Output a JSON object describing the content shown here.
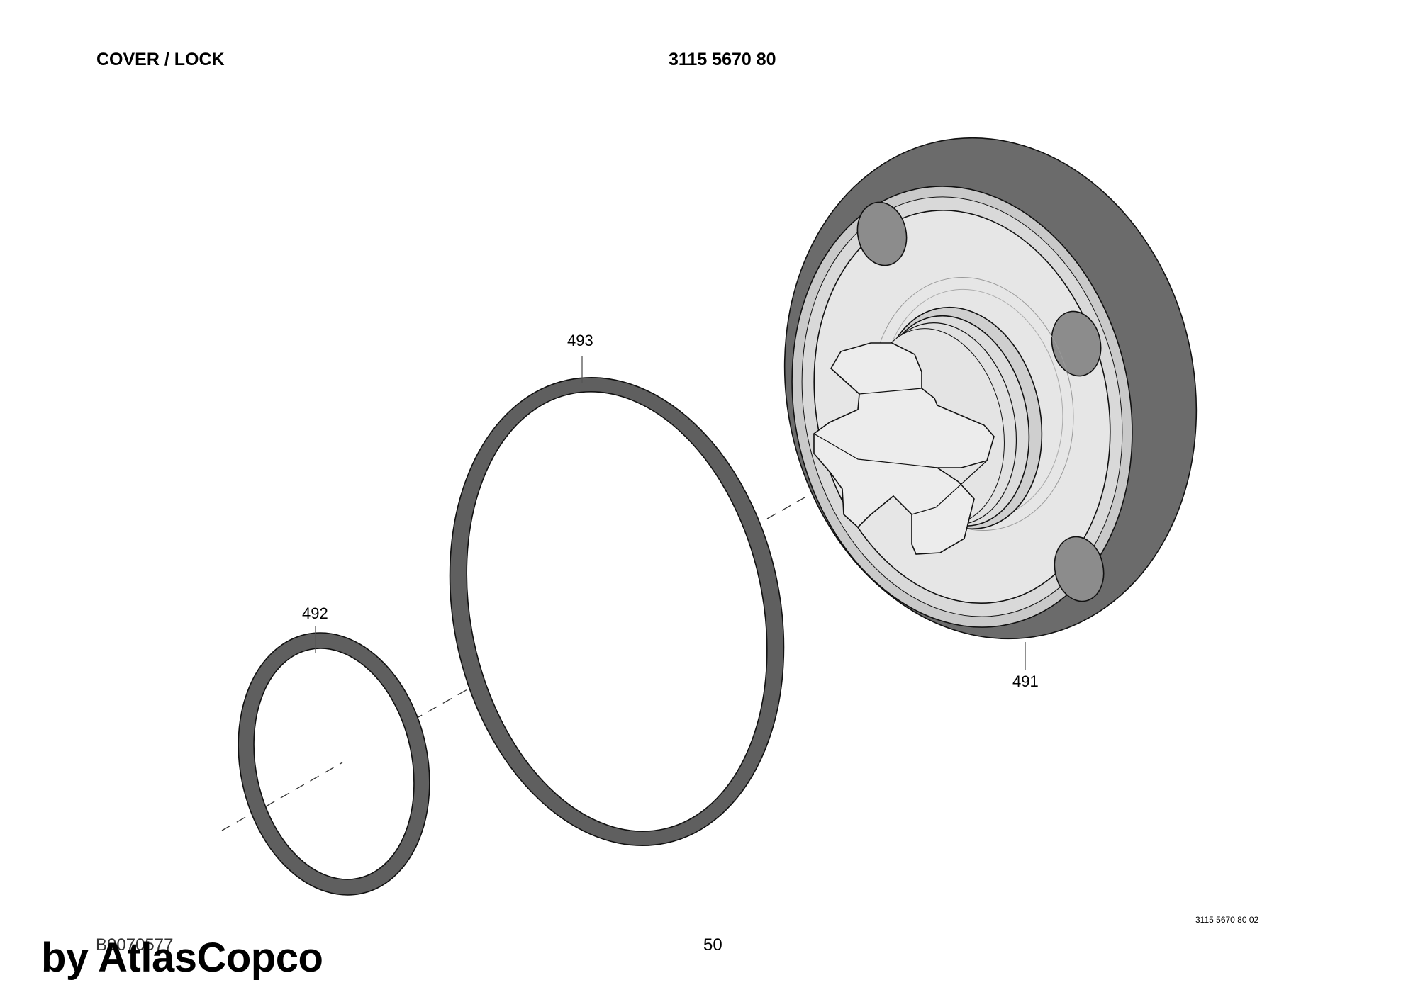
{
  "header": {
    "title": "COVER / LOCK",
    "part_number": "3115 5670 80"
  },
  "callouts": {
    "item_491": "491",
    "item_492": "492",
    "item_493": "493"
  },
  "footer": {
    "doc_ref": "3115 5670 80 02",
    "figure_code": "B0070577",
    "page_number": "50"
  },
  "watermark": "by AtlasCopco",
  "colors": {
    "ring_dark": "#5f5f5f",
    "cover_face": "#e4e4e4",
    "rim_side": "#6b6b6b",
    "hole_fill": "#8c8c8c",
    "line": "#111111"
  }
}
